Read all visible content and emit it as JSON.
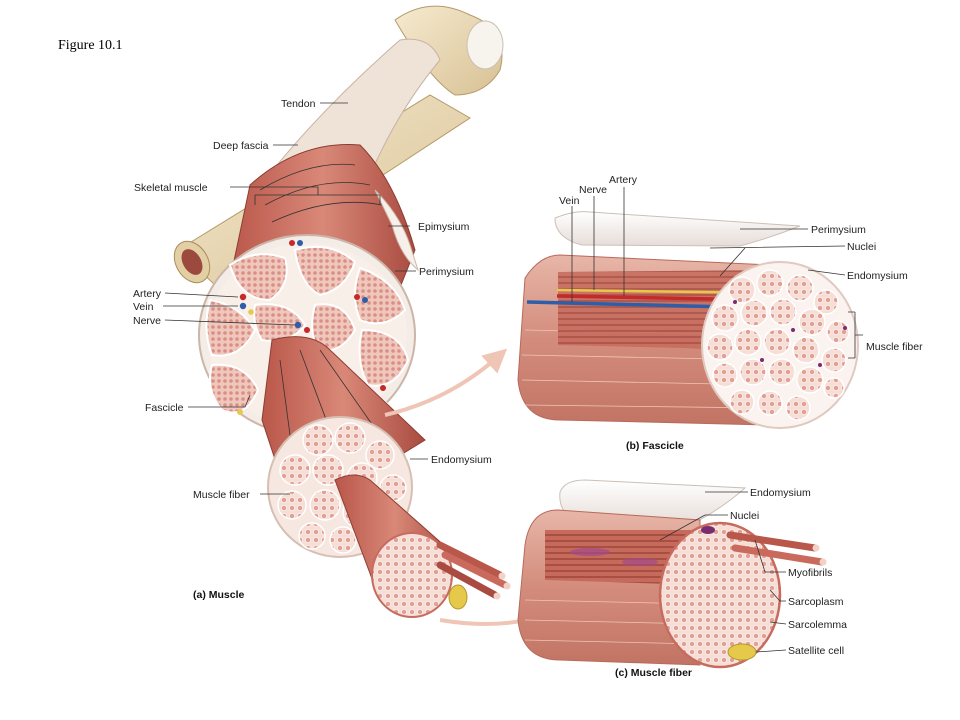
{
  "figure_title": "Figure 10.1",
  "labels_a": {
    "tendon": "Tendon",
    "deep_fascia": "Deep fascia",
    "skeletal_muscle": "Skeletal muscle",
    "epimysium": "Epimysium",
    "perimysium": "Perimysium",
    "artery": "Artery",
    "vein": "Vein",
    "nerve": "Nerve",
    "fascicle": "Fascicle",
    "endomysium": "Endomysium",
    "muscle_fiber": "Muscle fiber",
    "caption": "(a) Muscle"
  },
  "labels_b": {
    "artery": "Artery",
    "nerve": "Nerve",
    "vein": "Vein",
    "perimysium": "Perimysium",
    "nuclei": "Nuclei",
    "endomysium": "Endomysium",
    "muscle_fiber": "Muscle fiber",
    "caption": "(b) Fascicle"
  },
  "labels_c": {
    "endomysium": "Endomysium",
    "nuclei": "Nuclei",
    "myofibrils": "Myofibrils",
    "sarcoplasm": "Sarcoplasm",
    "sarcolemma": "Sarcolemma",
    "satellite_cell": "Satellite cell",
    "caption": "(c) Muscle fiber"
  },
  "colors": {
    "muscle": "#c96a5c",
    "muscle_light": "#e9b7ad",
    "tissue": "#f2d2c8",
    "bone": "#e9d8b4",
    "sheath": "#f3eeea",
    "artery": "#c42a2a",
    "vein": "#2f5ea8",
    "nerve": "#e6c84a"
  }
}
